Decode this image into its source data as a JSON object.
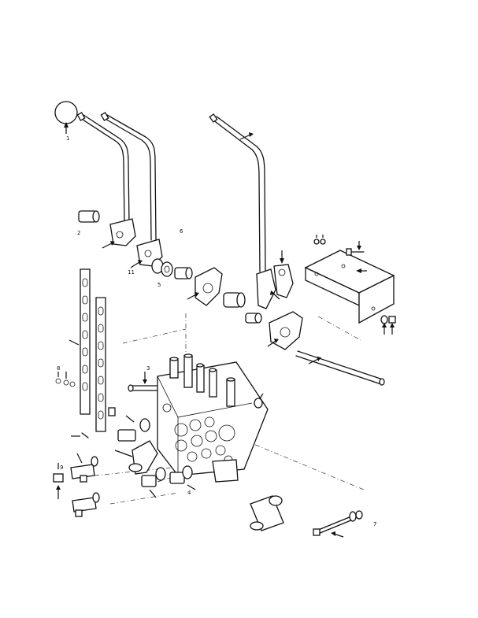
{
  "diagram": {
    "labels": [
      {
        "text": "1"
      },
      {
        "text": "3"
      },
      {
        "text": "4"
      },
      {
        "text": "5"
      },
      {
        "text": "6"
      },
      {
        "text": "8"
      },
      {
        "text": "9"
      },
      {
        "text": "11"
      },
      {
        "text": "7"
      },
      {
        "text": "2"
      }
    ]
  }
}
